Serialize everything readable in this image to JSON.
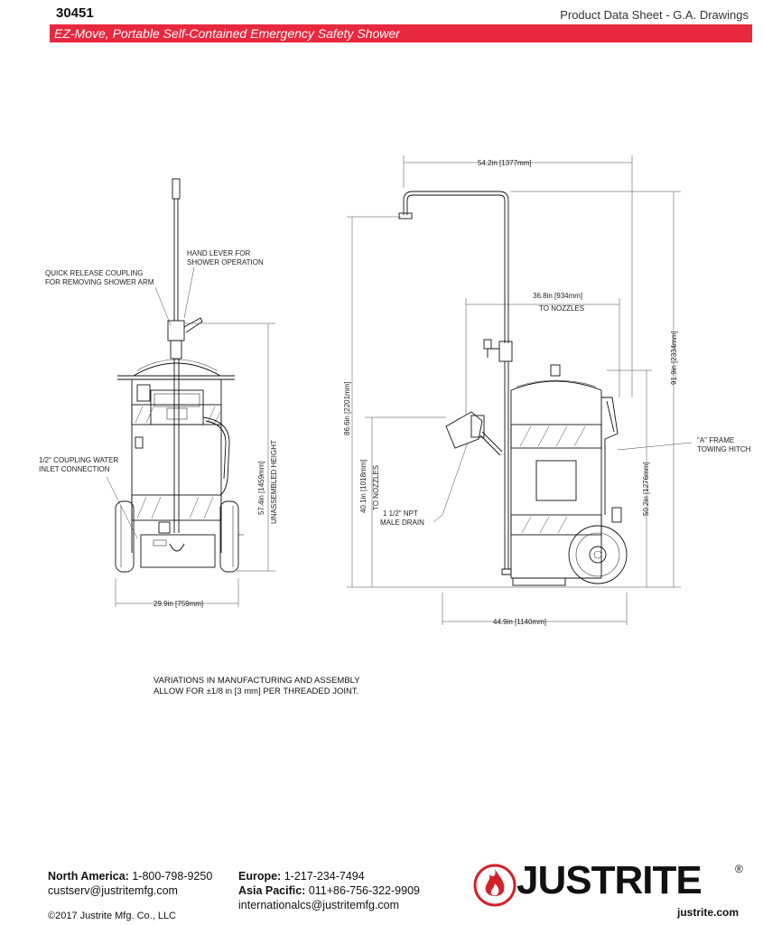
{
  "header": {
    "part_number": "30451",
    "sheet_type": "Product Data Sheet - G.A. Drawings",
    "title": "EZ-Move, Portable Self-Contained Emergency Safety Shower",
    "title_bar_color": "#e8283e"
  },
  "front_view": {
    "label_hand_lever_1": "HAND LEVER FOR",
    "label_hand_lever_2": "SHOWER OPERATION",
    "label_quick_release_1": "QUICK RELEASE COUPLING",
    "label_quick_release_2": "FOR REMOVING SHOWER ARM",
    "label_coupling_1": "1/2\" COUPLING WATER",
    "label_coupling_2": "INLET CONNECTION",
    "dim_height": "57.4in [1459mm]",
    "dim_height_note": "UNASSEMBLED HEIGHT",
    "dim_width": "29.9in [759mm]"
  },
  "side_view": {
    "dim_overall_width": "54.2in [1377mm]",
    "dim_nozzles_width": "36.8in [934mm]",
    "dim_nozzles_width_note": "TO NOZZLES",
    "dim_total_height": "91.9in [2334mm]",
    "dim_height_left": "86.6in [2201mm]",
    "dim_nozzle_height": "40.1in [1018mm]",
    "dim_nozzle_height_note": "TO NOZZLES",
    "dim_tank_height": "50.2in [1276mm]",
    "dim_base_width": "44.9in [1140mm]",
    "label_drain_1": "1 1/2\" NPT",
    "label_drain_2": "MALE DRAIN",
    "label_hitch_1": "\"A\" FRAME",
    "label_hitch_2": "TOWING HITCH"
  },
  "note": {
    "line1": "VARIATIONS IN MANUFACTURING AND ASSEMBLY",
    "line2": "ALLOW FOR  ±1/8 in [3 mm] PER THREADED JOINT."
  },
  "contacts": {
    "na_label": "North America:",
    "na_phone": "1-800-798-9250",
    "na_email": "custserv@justritemfg.com",
    "eu_label": "Europe:",
    "eu_phone": "1-217-234-7494",
    "ap_label": "Asia Pacific:",
    "ap_phone": "011+86-756-322-9909",
    "intl_email": "internationalcs@justritemfg.com"
  },
  "footer": {
    "copyright": "©2017 Justrite Mfg. Co., LLC",
    "brand": "JUSTRITE",
    "registered": "®",
    "url": "justrite.com",
    "logo_icon": "flame-logo-icon",
    "logo_color": "#d2232a"
  }
}
